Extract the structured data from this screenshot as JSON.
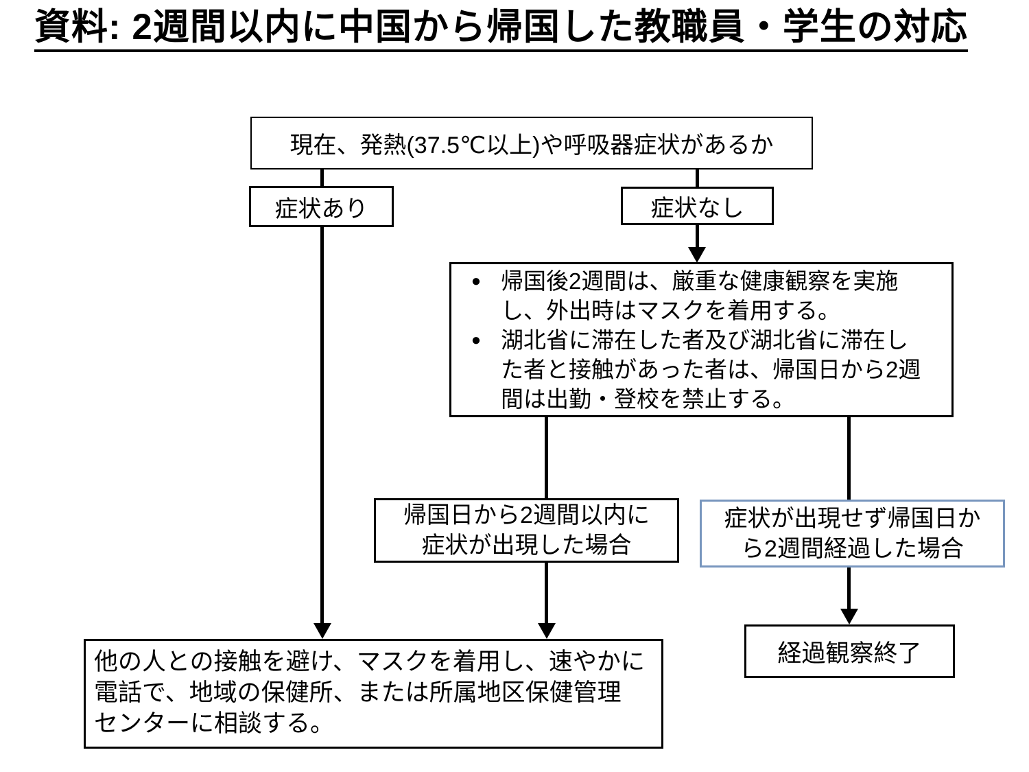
{
  "slide": {
    "title": "資料: 2週間以内に中国から帰国した教職員・学生の対応"
  },
  "flowchart": {
    "question_box": {
      "text": "現在、発熱(37.5℃以上)や呼吸器症状があるか"
    },
    "symptom_present_box": {
      "label": "症状あり"
    },
    "symptom_absent_box": {
      "label": "症状なし"
    },
    "precaution_box": {
      "bullet_glyph": "●",
      "items": [
        {
          "lines": [
            "帰国後2週間は、厳重な健康観察を実施",
            "し、外出時はマスクを着用する。"
          ]
        },
        {
          "lines": [
            "湖北省に滞在した者及び湖北省に滞在し",
            "た者と接触があった者は、帰国日から2週",
            "間は出勤・登校を禁止する。"
          ]
        }
      ]
    },
    "case_symptoms_box": {
      "lines": [
        "帰国日から2週間以内に",
        "症状が出現した場合"
      ]
    },
    "case_no_symptoms_box": {
      "lines": [
        "症状が出現せず帰国日か",
        "ら2週間経過した場合"
      ],
      "border_color": "#7896be"
    },
    "consult_box": {
      "lines": [
        "他の人との接触を避け、マスクを着用し、速やかに",
        "電話で、地域の保健所、または所属地区保健管理",
        "センターに相談する。"
      ]
    },
    "end_box": {
      "label": "経過観察終了"
    }
  },
  "colors": {
    "text": "#000000",
    "box_border": "#000000",
    "connector": "#000000",
    "highlight_border": "#7896be",
    "background": "#ffffff"
  }
}
